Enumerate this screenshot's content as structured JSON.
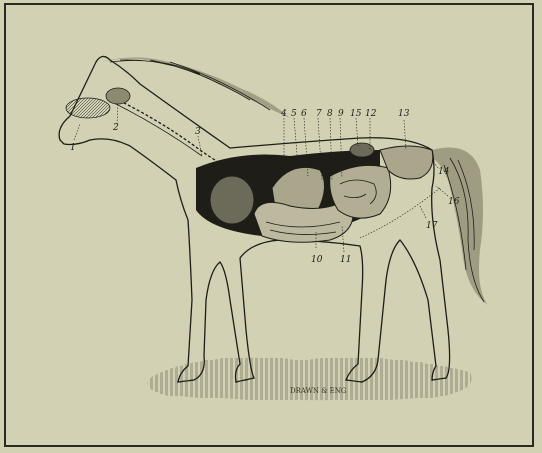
{
  "figure": {
    "labels": [
      {
        "id": "1",
        "text": "1"
      },
      {
        "id": "2",
        "text": "2"
      },
      {
        "id": "3",
        "text": "3"
      },
      {
        "id": "4",
        "text": "4"
      },
      {
        "id": "5",
        "text": "5"
      },
      {
        "id": "6",
        "text": "6"
      },
      {
        "id": "7",
        "text": "7"
      },
      {
        "id": "8",
        "text": "8"
      },
      {
        "id": "9",
        "text": "9"
      },
      {
        "id": "10",
        "text": "10"
      },
      {
        "id": "11",
        "text": "11"
      },
      {
        "id": "12",
        "text": "12"
      },
      {
        "id": "13",
        "text": "13"
      },
      {
        "id": "14",
        "text": "14"
      },
      {
        "id": "15",
        "text": "15"
      },
      {
        "id": "16",
        "text": "16"
      },
      {
        "id": "17",
        "text": "17"
      }
    ],
    "signature": "DRAWN & ENG"
  }
}
